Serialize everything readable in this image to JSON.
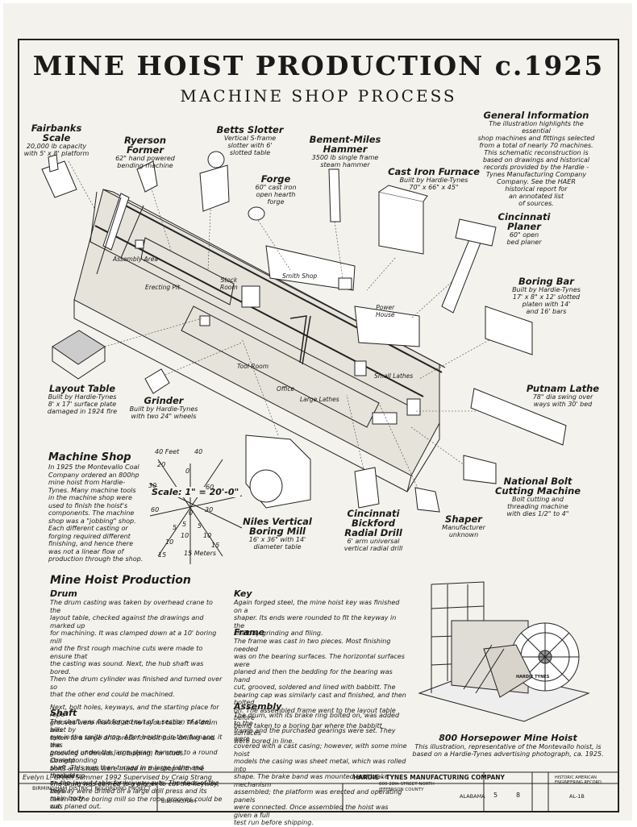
{
  "header": {
    "title": "MINE HOIST PRODUCTION c.1925",
    "subtitle": "MACHINE SHOP PROCESS"
  },
  "general_info": {
    "heading": "General Information",
    "text": "The illustration highlights the essential\nshop machines and fittings selected\nfrom a total of nearly 70 machines.\nThis schematic reconstruction is\nbased on drawings and historical\nrecords provided by the Hardie -\nTynes Manufacturing Company\nCompany.  See the HAER\nhistorical report for\nan annotated list\nof sources."
  },
  "machines": [
    {
      "name": "Fairbanks Scale",
      "desc": "20,000 lb capacity\nwith 5' x 8' platform"
    },
    {
      "name": "Ryerson Former",
      "desc": "62\" hand powered\nbending machine"
    },
    {
      "name": "Betts Slotter",
      "desc": "Vertical S-frame\nslotter with 6'\nslotted table"
    },
    {
      "name": "Bement-Miles\nHammer",
      "desc": "3500 lb single frame\nsteam hammer"
    },
    {
      "name": "Forge",
      "desc": "60\" cast iron\nopen hearth\nforge"
    },
    {
      "name": "Cast Iron Furnace",
      "desc": "Built by Hardie-Tynes\n70\" x 66\" x 45\""
    },
    {
      "name": "Cincinnati\nPlaner",
      "desc": "60\" open\nbed planer"
    },
    {
      "name": "Boring Bar",
      "desc": "Built by Hardie-Tynes\n17' x 8\" x 12' slotted\nplaten with 14'\nand 16' bars"
    },
    {
      "name": "Putnam Lathe",
      "desc": "78\" dia swing over\nways with 30' bed"
    },
    {
      "name": "Layout Table",
      "desc": "Built by Hardie-Tynes\n8' x 17' surface plate\ndamaged in 1924 fire"
    },
    {
      "name": "Grinder",
      "desc": "Built by Hardie-Tynes\nwith two 24\" wheels"
    },
    {
      "name": "National Bolt\nCutting Machine",
      "desc": "Bolt cutting and\nthreading machine\nwith dies 1/2\" to 4\""
    },
    {
      "name": "Niles Vertical\nBoring Mill",
      "desc": "16' x 36\" with 14'\ndiameter table"
    },
    {
      "name": "Cincinnati\nBickford\nRadial Drill",
      "desc": "6' arm universal\nvertical radial drill"
    },
    {
      "name": "Shaper",
      "desc": "Manufacturer\nunknown"
    }
  ],
  "zones": [
    "Assembly Area",
    "Erecting Pit",
    "Stock\nRoom",
    "Smith Shop",
    "Power\nHouse",
    "Tool Room",
    "Small Lathes",
    "Office",
    "Large Lathes"
  ],
  "machine_shop": {
    "heading": "Machine Shop",
    "text": "In 1925 the Montevallo Coal\nCompany ordered an 800hp\nmine hoist from Hardie-\nTynes.  Many machine tools\nin the machine shop were\nused to finish the hoist's\ncomponents.  The machine\nshop was a \"jobbing\" shop.\nEach different casting or\nforging required different\nfinishing, and hence there\nwas not a linear flow of\nproduction through the shop."
  },
  "scale": {
    "label": "Scale: 1\" = 20'-0\"",
    "feet_label": "40 Feet",
    "meters_label": "15 Meters",
    "ticks": [
      "40",
      "20",
      "0",
      "30",
      "60",
      "30",
      "60",
      "0",
      "5",
      "10",
      "15",
      "5",
      "10",
      "15",
      "5",
      "10"
    ]
  },
  "production": {
    "heading": "Mine Hoist Production",
    "drum_heading": "Drum",
    "drum_text": "The drum casting was taken by overhead crane to the\nlayout table, checked against the drawings and marked up\nfor machining.  It was clamped down at a 10' boring mill\nand the first rough machine cuts were made to ensure that\nthe casting was sound.  Next, the hub shaft was bored.\nThen the drum cylinder was finished and turned over so\nthat the other end could be machined.",
    "drum_text2": "Next, bolt holes, keyways, and the starting place for rope\ngrooves were marked at the layout table.  The drum was\ntaken to a large drill press for bolt hole drilling and the\ngrooving of threads, or tapping, for studs.  Corresponding\nbolts and studs were made in the shop with the threader.\nThe drum was carried to a planer to cut the keyway, then\ntaken to the boring mill so the rope grooves could be cut.",
    "shaft_heading": "Shaft",
    "shaft_text": "The shaft was first forged out of a section of steel billet by\neye in the smith shop.  After heating in the furnace, it was\npounded under the large steam hammer to a round straight\nshaft.  This was then turned in a large lathe and marked up\non the layout table for keyway cuts.  The ends of the\nkeyway were drilled on a large drill press and its main body\nwas planed out.",
    "key_heading": "Key",
    "key_text": "Again forged steel, the mine hoist key was finished on a\nshaper.  Its ends were rounded to fit the keyway in the\nshaft by grinding and filing.",
    "frame_heading": "Frame",
    "frame_text": "The frame was cast in two pieces.  Most finishing needed\nwas on the bearing surfaces.  The horizontal surfaces were\nplaned and then the bedding for the bearing was hand\ncut, grooved, soldered and lined with babbitt.  The\nbearing cap was similarly cast and finished, and then bolted\non.  The assembled frame went to the layout table before\nbeing taken to a boring bar where the babbitt surfaces\nwere bored in line.",
    "assembly_heading": "Assembly",
    "assembly_text": "The drum, with its brake ring bolted on, was added to the\nframe and the purchased gearings were set.  They were\ncovered with a cast casing; however, with some mine hoist\nmodels the casing was sheet metal, which was rolled into\nshape.  The brake band was mounted and brake mechanism\nassembled; the platform was erected and operating panels\nwere connected.  Once assembled the hoist was given a full\ntest run before shipping."
  },
  "hoist": {
    "heading": "800 Horsepower Mine Hoist",
    "caption": "This illustration, representative of the Montevallo hoist, is\nbased on a Hardie-Tynes advertising photograph, ca. 1925.",
    "plate": "HARDIE TYNES"
  },
  "title_block": {
    "credit": "Evelyn L. Green  Summer 1992   Supervised by Craig Strang",
    "project": "BIRMINGHAM DISTRICT RECORDING PROJECT",
    "city": "BIRMINGHAM",
    "company": "HARDIE - TYNES MANUFACTURING COMPANY",
    "address": "800 28th STREET NORTH",
    "county": "JEFFERSON COUNTY",
    "state": "ALABAMA",
    "sheet": "5",
    "of": "8",
    "haer": "HISTORIC AMERICAN\nENGINEERING RECORD",
    "haer_no": "AL-1B"
  }
}
